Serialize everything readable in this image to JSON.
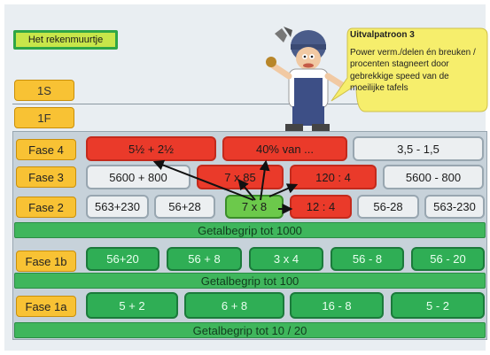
{
  "title_chip": "Het rekenmuurtje",
  "levels": {
    "top": "1S",
    "second": "1F"
  },
  "bubble": {
    "title": "Uitvalpatroon 3",
    "body": "Power verm./delen én breuken / procenten stagneert door gebrekkige speed van de moeilijke tafels"
  },
  "phases": {
    "fase4": {
      "label": "Fase 4",
      "cells": [
        "5½ + 2½",
        "40% van ...",
        "3,5 - 1,5"
      ]
    },
    "fase3": {
      "label": "Fase 3",
      "cells": [
        "5600 + 800",
        "7 x 85",
        "120 : 4",
        "5600 - 800"
      ]
    },
    "fase2": {
      "label": "Fase 2",
      "cells": [
        "563+230",
        "56+28",
        "7 x 8",
        "12 : 4",
        "56-28",
        "563-230"
      ]
    },
    "band1000": "Getalbegrip tot 1000",
    "fase1b": {
      "label": "Fase 1b",
      "cells": [
        "56+20",
        "56 + 8",
        "3 x 4",
        "56 - 8",
        "56 - 20"
      ]
    },
    "band100": "Getalbegrip tot 100",
    "fase1a": {
      "label": "Fase 1a",
      "cells": [
        "5 + 2",
        "6 + 8",
        "16 - 8",
        "5 - 2"
      ]
    },
    "band20": "Getalbegrip tot 10 / 20"
  },
  "colors": {
    "red": "#ea3a2a",
    "gray": "#eceff1",
    "green": "#2fae55",
    "lime": "#6cc94b",
    "label": "#f8c234"
  }
}
